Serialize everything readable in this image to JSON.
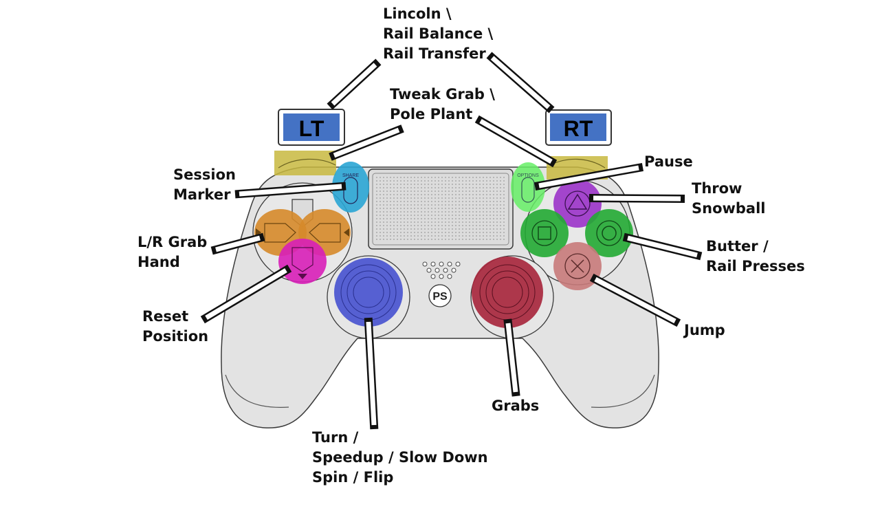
{
  "triggers": {
    "left": "LT",
    "right": "RT"
  },
  "touchpad_buttons": {
    "share": "SHARE",
    "options": "OPTIONS"
  },
  "labels": {
    "lincoln": [
      "Lincoln \\",
      "Rail Balance \\",
      "Rail Transfer"
    ],
    "tweak": [
      "Tweak Grab \\",
      "Pole Plant"
    ],
    "session": [
      "Session",
      "Marker"
    ],
    "pause": [
      "Pause"
    ],
    "throw": [
      "Throw",
      "Snowball"
    ],
    "grab_hand": [
      "L/R Grab",
      "Hand"
    ],
    "butter": [
      "Butter /",
      "Rail Presses"
    ],
    "reset": [
      "Reset",
      "Position"
    ],
    "jump": [
      "Jump"
    ],
    "grabs": [
      "Grabs"
    ],
    "turn": [
      "Turn /",
      "Speedup / Slow Down",
      "Spin / Flip"
    ]
  },
  "colors": {
    "trigger_box": "#4472c4",
    "bumper_highlight": "#c8b840",
    "share_highlight": "#2aa5d4",
    "options_highlight": "#66ee66",
    "dpad_lr_highlight": "#d68a2a",
    "dpad_down_highlight": "#d81fb8",
    "triangle_highlight": "#9b33c9",
    "square_circle_highlight": "#22aa33",
    "cross_highlight": "#c87a7a",
    "left_stick_highlight": "#4a55d0",
    "right_stick_highlight": "#a8283e"
  }
}
